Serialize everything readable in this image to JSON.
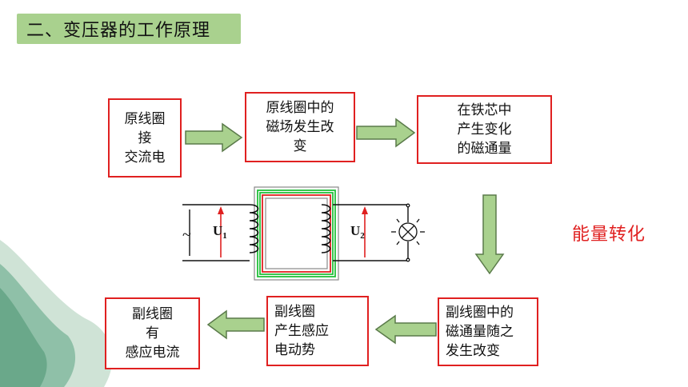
{
  "title": "二、变压器的工作原理",
  "boxes": {
    "primary_ac": "原线圈\n接\n交流电",
    "primary_field": "原线圈中的\n磁场发生改\n变",
    "core_flux": "在铁芯中\n产生变化\n的磁通量",
    "secondary_flux": "副线圈中的\n磁通量随之\n发生改变",
    "secondary_emf": "副线圈\n产生感应\n电动势",
    "secondary_current": "副线圈\n有\n感应电流"
  },
  "energy_label": "能量转化",
  "transformer": {
    "u1": "U",
    "u1_sub": "1",
    "u2": "U",
    "u2_sub": "2",
    "ac_symbol": "~"
  },
  "colors": {
    "title_bg": "#a9d18e",
    "box_border": "#e02020",
    "arrow_fill": "#a9d18e",
    "arrow_stroke": "#5a7a4a",
    "energy_text": "#e02020",
    "decor_green": "#7fb89a"
  }
}
